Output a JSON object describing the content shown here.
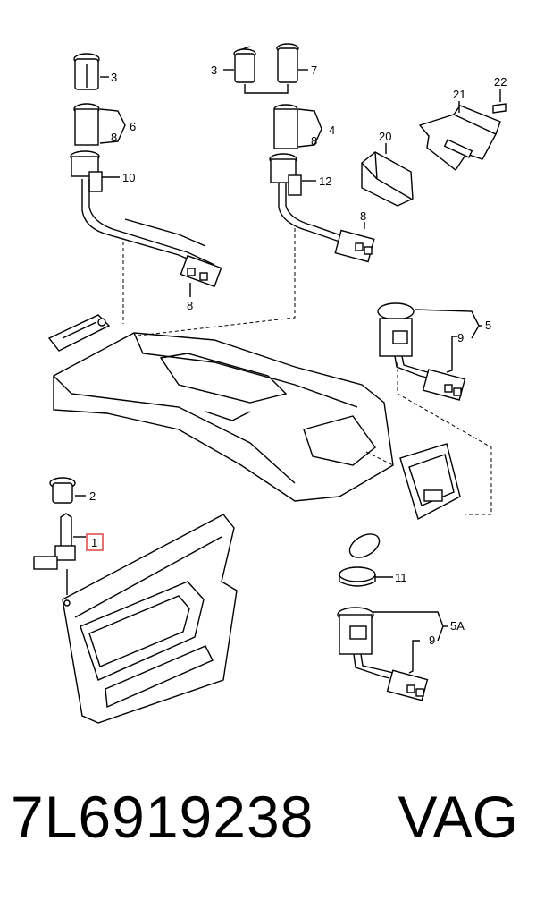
{
  "callouts": {
    "c3_left": "3",
    "c6": "6",
    "c8_left": "8",
    "c10": "10",
    "c8_left_plug": "8",
    "c3_mid": "3",
    "c7": "7",
    "c4": "4",
    "c8_mid": "8",
    "c12": "12",
    "c8_mid_plug": "8",
    "c20": "20",
    "c21": "21",
    "c22": "22",
    "c5": "5",
    "c9_upper": "9",
    "c2": "2",
    "c1": "1",
    "c11": "11",
    "c5a": "5A",
    "c9_lower": "9"
  },
  "highlight_color": "#e05050",
  "footer": {
    "part_number": "7L6919238",
    "brand": "VAG"
  }
}
